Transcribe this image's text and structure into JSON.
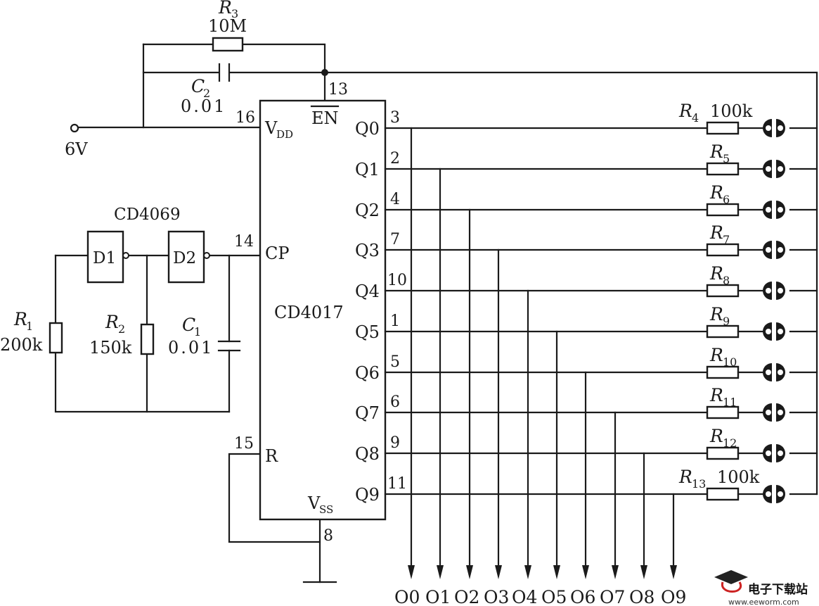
{
  "supply": {
    "voltage": "6V"
  },
  "ic": {
    "name": "CD4017",
    "pins": {
      "vdd": "V",
      "vdd_sub": "DD",
      "vdd_num": "16",
      "en": "EN",
      "en_num": "13",
      "cp": "CP",
      "cp_num": "14",
      "r": "R",
      "r_num": "15",
      "vss": "V",
      "vss_sub": "SS",
      "vss_num": "8"
    },
    "outputs": [
      {
        "label": "Q0",
        "pin": "3"
      },
      {
        "label": "Q1",
        "pin": "2"
      },
      {
        "label": "Q2",
        "pin": "4"
      },
      {
        "label": "Q3",
        "pin": "7"
      },
      {
        "label": "Q4",
        "pin": "10"
      },
      {
        "label": "Q5",
        "pin": "1"
      },
      {
        "label": "Q6",
        "pin": "5"
      },
      {
        "label": "Q7",
        "pin": "6"
      },
      {
        "label": "Q8",
        "pin": "9"
      },
      {
        "label": "Q9",
        "pin": "11"
      }
    ]
  },
  "oscillator": {
    "chip": "CD4069",
    "gate1": "D1",
    "gate2": "D2",
    "r1": {
      "sym": "R",
      "sub": "1",
      "value": "200k"
    },
    "r2": {
      "sym": "R",
      "sub": "2",
      "value": "150k"
    },
    "c1": {
      "sym": "C",
      "sub": "1",
      "value": "0.01"
    }
  },
  "feedback": {
    "r3": {
      "sym": "R",
      "sub": "3",
      "value": "10M"
    },
    "c2": {
      "sym": "C",
      "sub": "2",
      "value": "0.01"
    }
  },
  "load_resistors": [
    {
      "sym": "R",
      "sub": "4",
      "value": "100k"
    },
    {
      "sym": "R",
      "sub": "5",
      "value": ""
    },
    {
      "sym": "R",
      "sub": "6",
      "value": ""
    },
    {
      "sym": "R",
      "sub": "7",
      "value": ""
    },
    {
      "sym": "R",
      "sub": "8",
      "value": ""
    },
    {
      "sym": "R",
      "sub": "9",
      "value": ""
    },
    {
      "sym": "R",
      "sub": "10",
      "value": ""
    },
    {
      "sym": "R",
      "sub": "11",
      "value": ""
    },
    {
      "sym": "R",
      "sub": "12",
      "value": ""
    },
    {
      "sym": "R",
      "sub": "13",
      "value": "100k"
    }
  ],
  "bottom_outputs": [
    "O0",
    "O1",
    "O2",
    "O3",
    "O4",
    "O5",
    "O6",
    "O7",
    "O8",
    "O9"
  ],
  "watermark": {
    "name": "电子下载站",
    "url": "www.eeworm.com"
  }
}
